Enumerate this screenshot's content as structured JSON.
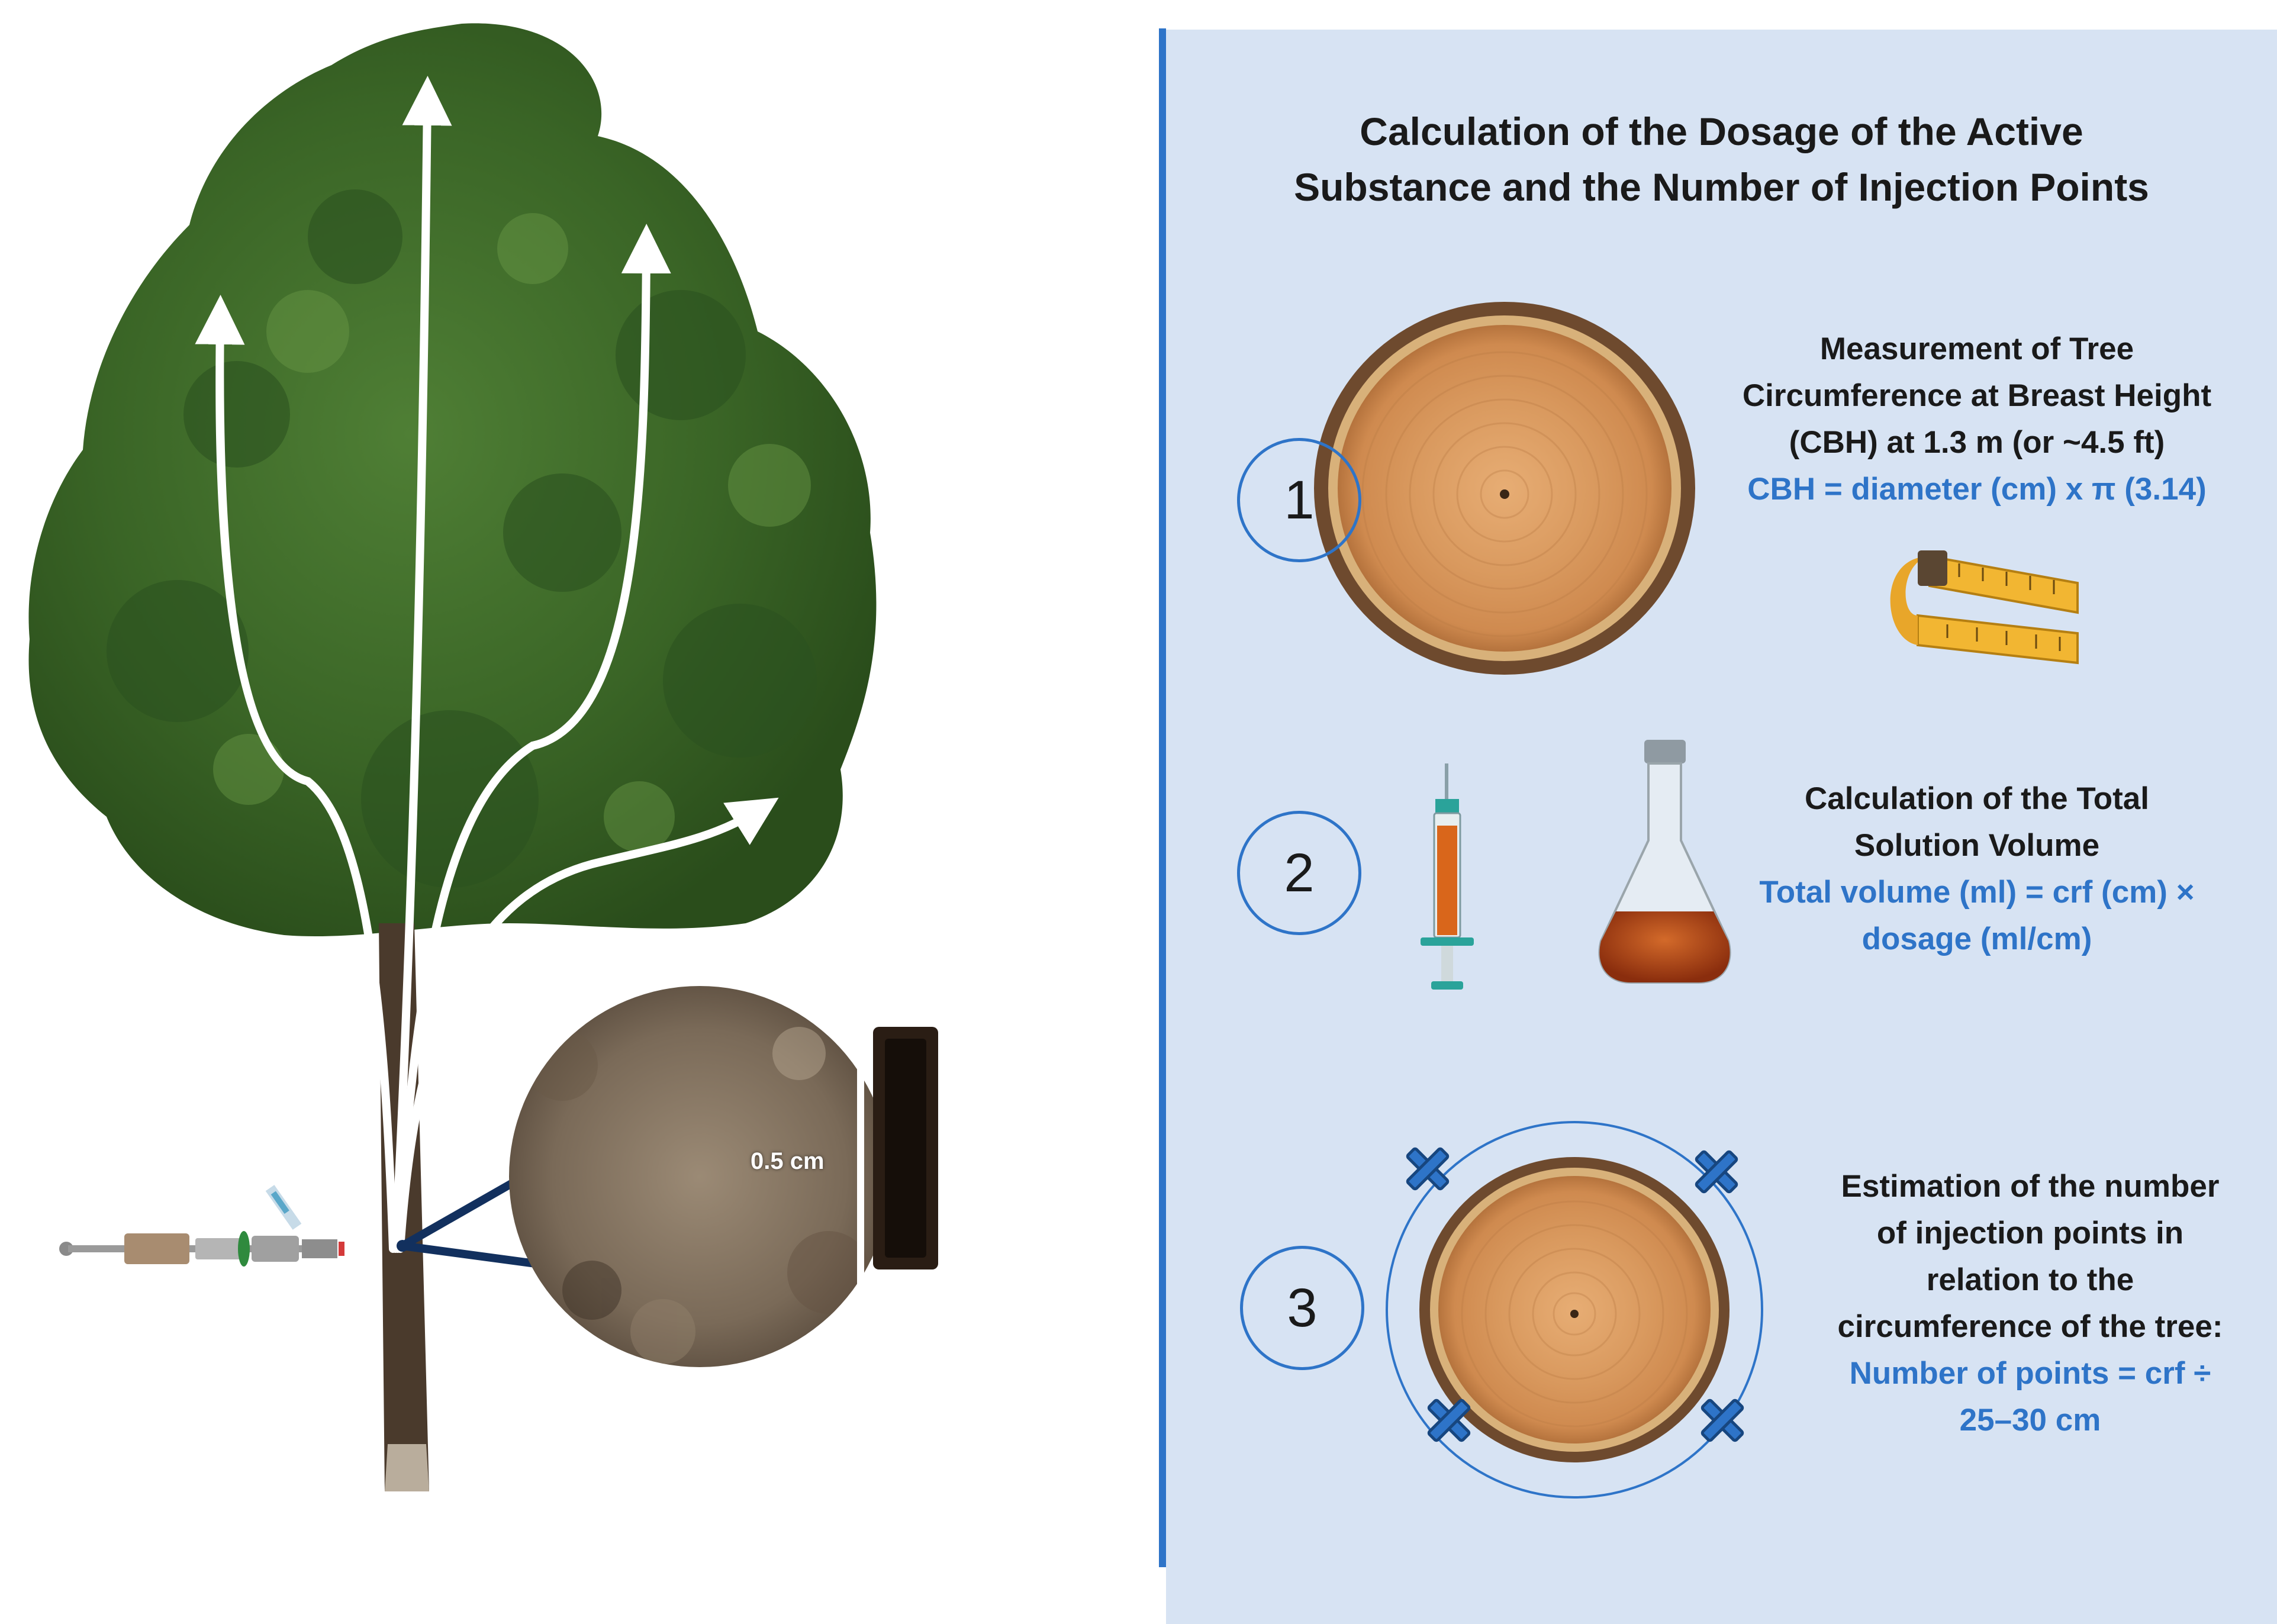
{
  "title": {
    "line1": "Calculation of the Dosage of the Active",
    "line2": "Substance and the Number of Injection Points"
  },
  "left_panel": {
    "scale_label": "0.5 cm"
  },
  "steps": [
    {
      "number": "1",
      "heading": [
        "Measurement of Tree",
        "Circumference at Breast Height",
        "(CBH) at 1.3 m (or ~4.5 ft)"
      ],
      "formula": [
        "CBH = diameter (cm) x π (3.14)"
      ]
    },
    {
      "number": "2",
      "heading": [
        "Calculation of  the Total",
        "Solution Volume"
      ],
      "formula": [
        "Total volume (ml) = crf (cm) ×",
        "dosage (ml/cm)"
      ]
    },
    {
      "number": "3",
      "heading": [
        "Estimation of the number",
        "of injection points in",
        "relation to the",
        "circumference of the tree:"
      ],
      "formula": [
        "Number of points = crf ÷",
        "25–30 cm"
      ]
    }
  ],
  "colors": {
    "panel_background": "#d7e3f3",
    "accent_blue": "#2e74c8",
    "foliage": "#3c6a28",
    "wood": "#d9995e"
  },
  "icons": [
    "tree-illustration",
    "flow-arrow-icon",
    "injector-device-icon",
    "bark-closeup-image",
    "tree-cross-section-icon",
    "tape-measure-icon",
    "syringe-icon",
    "flask-icon",
    "injection-point-marker-icon"
  ]
}
